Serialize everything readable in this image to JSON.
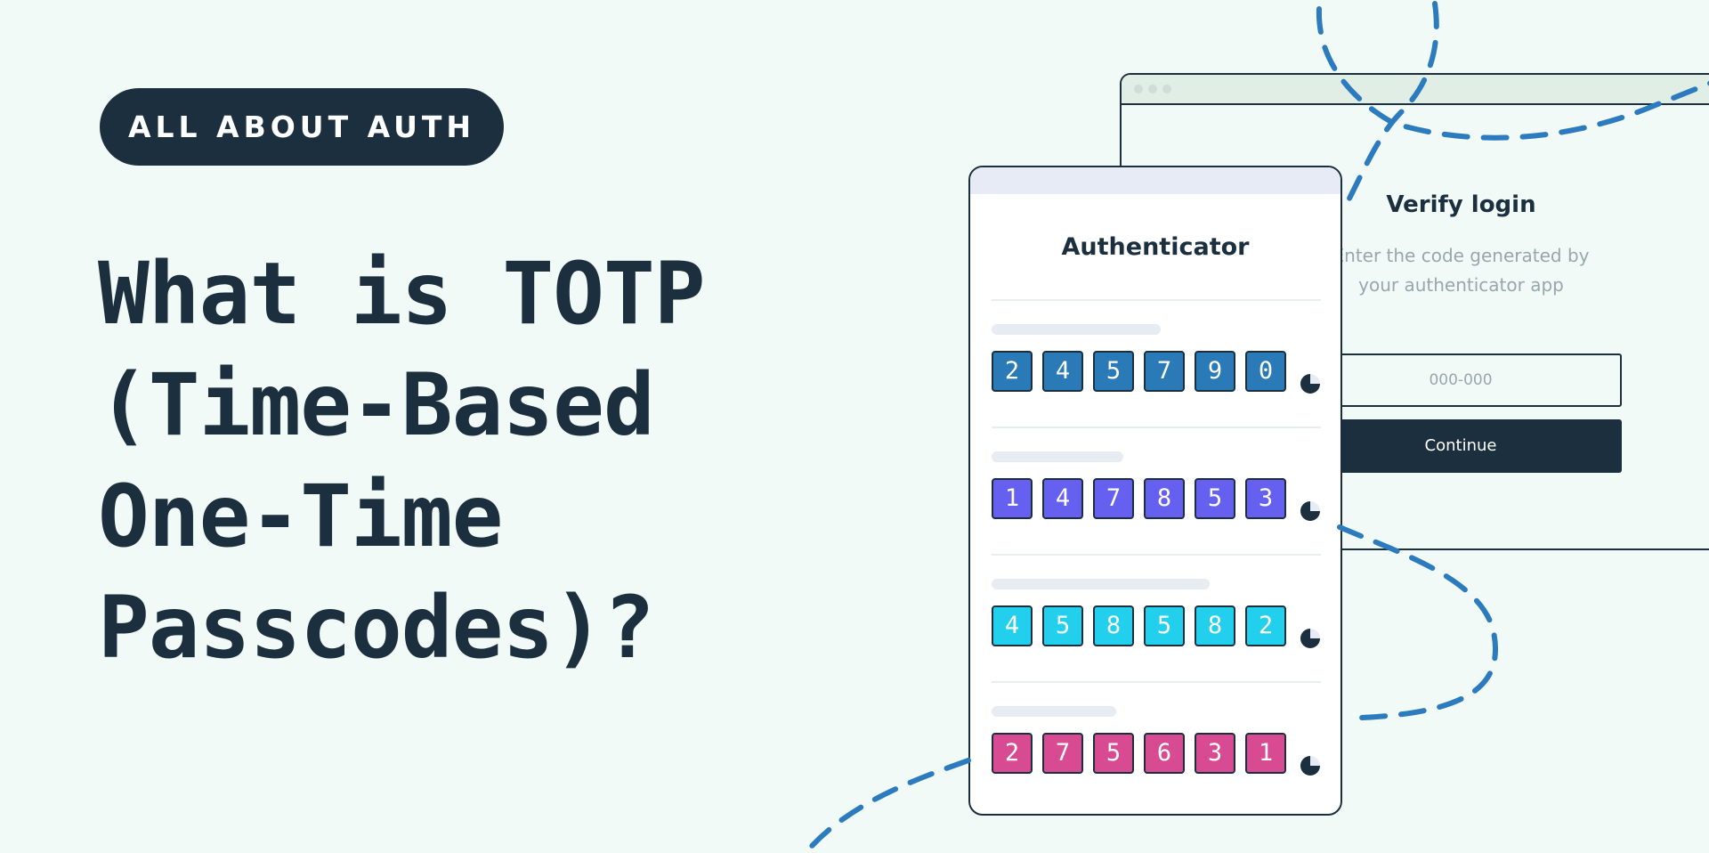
{
  "colors": {
    "background": "#f1faf6",
    "ink": "#1b2f3e",
    "dashed_path": "#2d7bbf"
  },
  "badge": {
    "label": "ALL ABOUT AUTH"
  },
  "headline": {
    "lines": [
      "What is TOTP",
      "(Time-Based",
      "One-Time",
      "Passcodes)?"
    ]
  },
  "browser_window": {
    "title": "Verify login",
    "subtitle_line1": "Enter the code generated by",
    "subtitle_line2": "your authenticator app",
    "input_placeholder": "000-000",
    "button_label": "Continue"
  },
  "authenticator": {
    "title": "Authenticator",
    "entries": [
      {
        "color": "#2a7ab8",
        "digits": [
          "2",
          "4",
          "5",
          "7",
          "9",
          "0"
        ]
      },
      {
        "color": "#6660f0",
        "digits": [
          "1",
          "4",
          "7",
          "8",
          "5",
          "3"
        ]
      },
      {
        "color": "#22d0ee",
        "digits": [
          "4",
          "5",
          "8",
          "5",
          "8",
          "2"
        ]
      },
      {
        "color": "#d84a92",
        "digits": [
          "2",
          "7",
          "5",
          "6",
          "3",
          "1"
        ]
      }
    ]
  }
}
